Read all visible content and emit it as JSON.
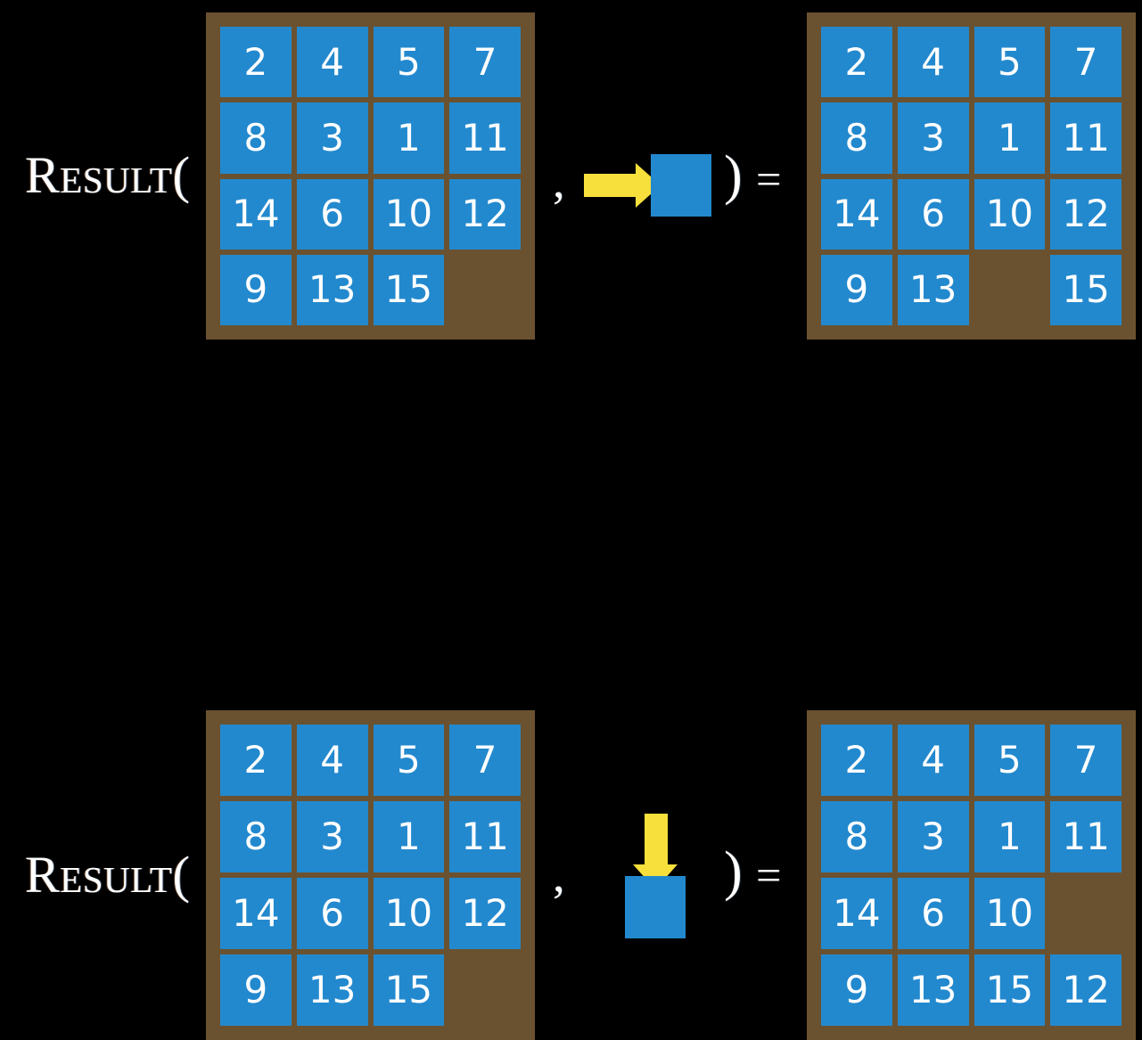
{
  "colors": {
    "background": "#000000",
    "tile_blue": "#2389ce",
    "board_brown": "#6a5230",
    "arrow_yellow": "#f7e03c",
    "text_white": "#ffffff"
  },
  "symbols": {
    "function_name": "Result(",
    "comma": ",",
    "close_paren": ")",
    "equals": "="
  },
  "rows": [
    {
      "id": "row-move-right",
      "label": "Result(",
      "comma": ",",
      "close_paren": ")",
      "equals": "=",
      "action": {
        "direction": "right",
        "arrow_icon": "arrow-right-icon",
        "tile_label": ""
      },
      "input_board": {
        "name": "input-board-move-right",
        "rows": 4,
        "cols": 4,
        "cells": [
          [
            "2",
            "4",
            "5",
            "7"
          ],
          [
            "8",
            "3",
            "1",
            "11"
          ],
          [
            "14",
            "6",
            "10",
            "12"
          ],
          [
            "9",
            "13",
            "15",
            ""
          ]
        ]
      },
      "output_board": {
        "name": "output-board-move-right",
        "rows": 4,
        "cols": 4,
        "cells": [
          [
            "2",
            "4",
            "5",
            "7"
          ],
          [
            "8",
            "3",
            "1",
            "11"
          ],
          [
            "14",
            "6",
            "10",
            "12"
          ],
          [
            "9",
            "13",
            "",
            "15"
          ]
        ]
      }
    },
    {
      "id": "row-move-down",
      "label": "Result(",
      "comma": ",",
      "close_paren": ")",
      "equals": "=",
      "action": {
        "direction": "down",
        "arrow_icon": "arrow-down-icon",
        "tile_label": ""
      },
      "input_board": {
        "name": "input-board-move-down",
        "rows": 4,
        "cols": 4,
        "cells": [
          [
            "2",
            "4",
            "5",
            "7"
          ],
          [
            "8",
            "3",
            "1",
            "11"
          ],
          [
            "14",
            "6",
            "10",
            "12"
          ],
          [
            "9",
            "13",
            "15",
            ""
          ]
        ]
      },
      "output_board": {
        "name": "output-board-move-down",
        "rows": 4,
        "cols": 4,
        "cells": [
          [
            "2",
            "4",
            "5",
            "7"
          ],
          [
            "8",
            "3",
            "1",
            "11"
          ],
          [
            "14",
            "6",
            "10",
            ""
          ],
          [
            "9",
            "13",
            "15",
            "12"
          ]
        ]
      }
    }
  ]
}
